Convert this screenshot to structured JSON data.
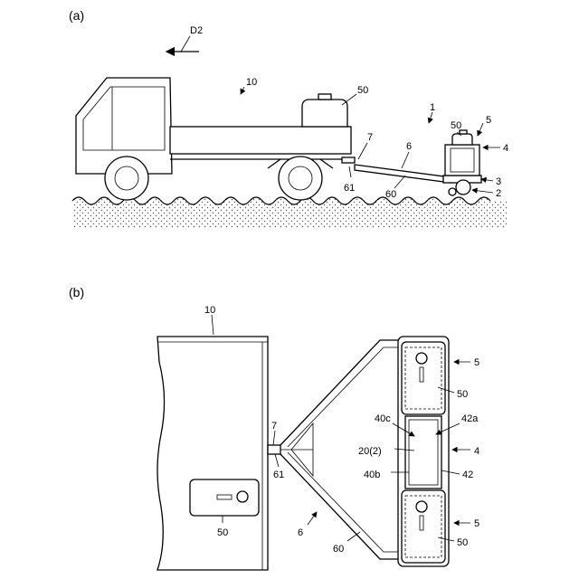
{
  "panel_a": {
    "label": "(a)",
    "direction": "D2",
    "refs": {
      "vehicle": "10",
      "tank_on_vehicle": "50",
      "system": "1",
      "tank_on_cart": "50",
      "module": "5",
      "frame": "4",
      "base": "3",
      "wheel_unit": "2",
      "hitch": "7",
      "coupling": "6",
      "pin": "61",
      "arm": "60"
    }
  },
  "panel_b": {
    "label": "(b)",
    "refs": {
      "vehicle": "10",
      "tank_on_vehicle": "50",
      "hitch": "7",
      "pin": "61",
      "coupling": "6",
      "arm": "60",
      "module_top": "5",
      "tank_top": "50",
      "frame_4c": "40c",
      "frame_2a": "42a",
      "center_unit": "20(2)",
      "frame": "4",
      "frame_4b": "40b",
      "frame_42": "42",
      "module_bottom": "5",
      "tank_bottom": "50"
    }
  },
  "colors": {
    "line": "#000000",
    "ground_dots": "#555555",
    "background": "#ffffff"
  }
}
